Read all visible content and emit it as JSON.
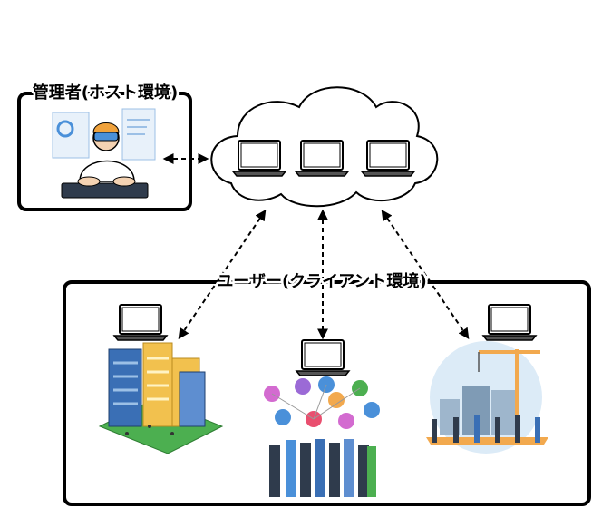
{
  "title": "DaaS",
  "admin": {
    "label": "管理者(ホスト環境)"
  },
  "user": {
    "label": "ユーザー(クライアント環境)"
  },
  "colors": {
    "stroke": "#000000",
    "accent_blue": "#4a90d9",
    "building_blue": "#3a6fb5",
    "building_yellow": "#f2c14e",
    "grass": "#4caf50"
  }
}
